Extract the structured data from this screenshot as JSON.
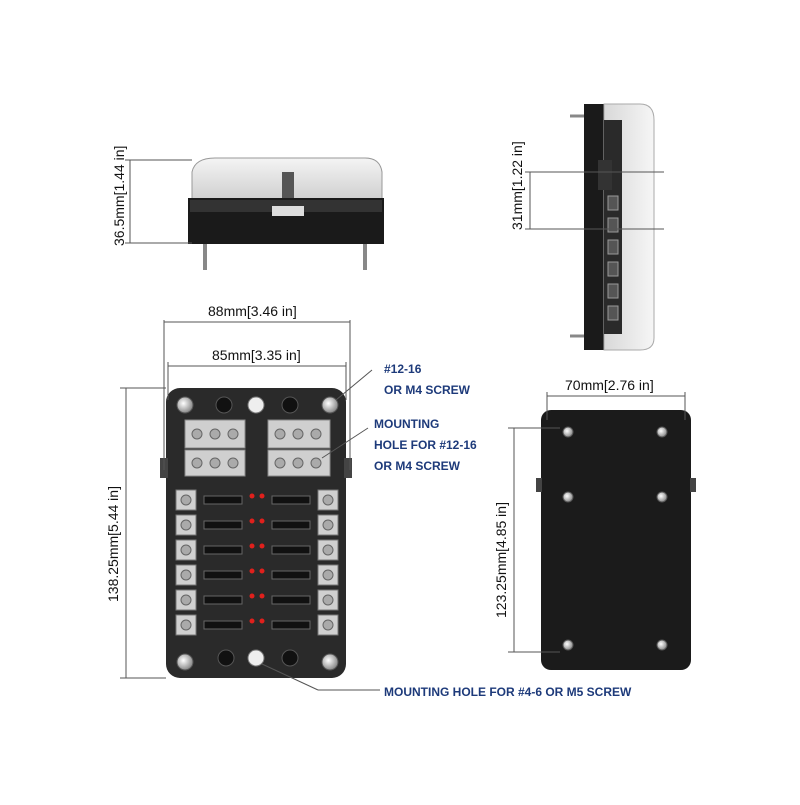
{
  "dimensions": {
    "height_top_view": "36.5mm[1.44 in]",
    "spacing_side_view": "31mm[1.22 in]",
    "outer_width": "88mm[3.46 in]",
    "inner_width": "85mm[3.35 in]",
    "total_height": "138.25mm[5.44 in]",
    "back_width": "70mm[2.76 in]",
    "back_height": "123.25mm[4.85 in]"
  },
  "notes": {
    "screw_note_line1": "#12-16",
    "screw_note_line2": "OR M4 SCREW",
    "mount_note_line1": "MOUNTING",
    "mount_note_line2": "HOLE FOR #12-16",
    "mount_note_line3": "OR M4 SCREW",
    "bottom_note": "MOUNTING HOLE FOR #4-6 OR M5 SCREW"
  },
  "colors": {
    "body": "#1c1c1c",
    "terminal": "#d0d0d0",
    "led": "#e0201c",
    "note_text": "#1d3a7a"
  }
}
